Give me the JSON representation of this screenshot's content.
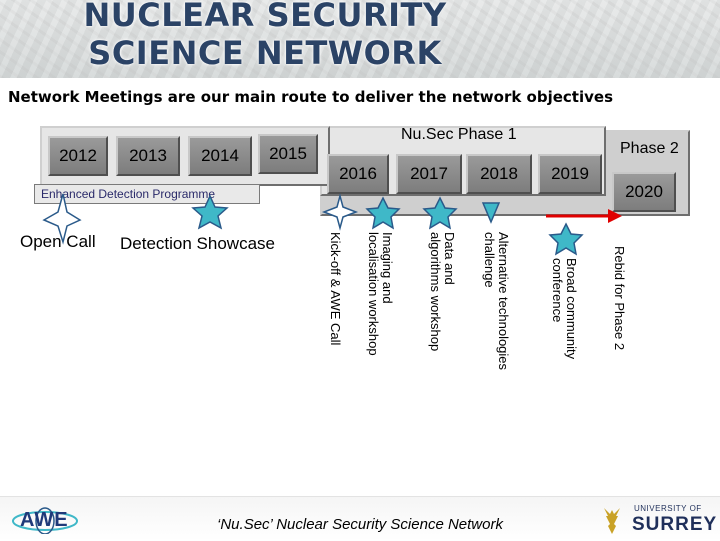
{
  "header": {
    "title_line1": "NUCLEAR SECURITY",
    "title_line2": "SCIENCE NETWORK"
  },
  "subtitle": "Network Meetings are our main route to deliver the network objectives",
  "timeline": {
    "years_row1": [
      "2012",
      "2013",
      "2014",
      "2015"
    ],
    "phase1_label": "Nu.Sec  Phase 1",
    "years_row2": [
      "2016",
      "2017",
      "2018",
      "2019"
    ],
    "phase2_label": "Phase 2",
    "year_2020": "2020",
    "programme_banner": "Enhanced Detection Programme"
  },
  "events": {
    "open_call": "Open Call",
    "detection_showcase": "Detection Showcase",
    "kickoff": "Kick-off & AWE Call",
    "imaging": "Imaging and\nlocalisation workshop",
    "data_algorithms": "Data and\nalgorithms workshop",
    "alt_tech": "Alternative technologies\nchallenge",
    "broad_community": "Broad community\nconference",
    "rebid": "Rebid for Phase 2"
  },
  "colors": {
    "star_white": "#ffffff",
    "star_teal": "#3fb8c8",
    "triangle": "#3fb8c8",
    "arrow": "#e00000",
    "title": "#2b4366"
  },
  "footer": {
    "tagline": "‘Nu.Sec’ Nuclear Security Science Network",
    "left_logo": "AWE",
    "right_logo_top": "UNIVERSITY OF",
    "right_logo_name": "SURREY"
  }
}
